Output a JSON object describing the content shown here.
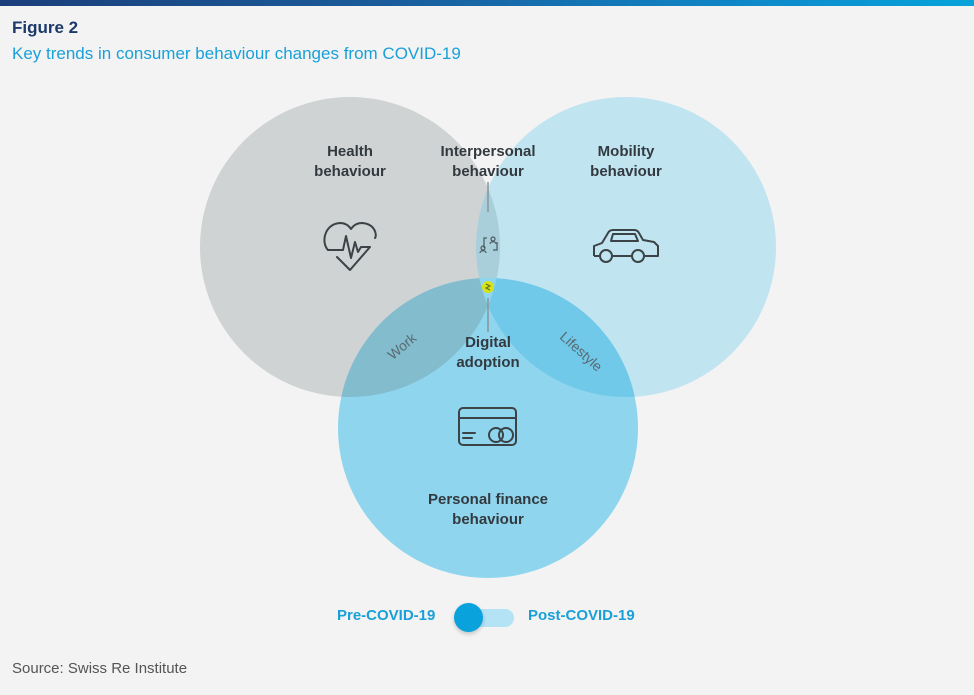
{
  "header": {
    "figure_label": "Figure 2",
    "title": "Key trends in consumer behaviour changes from COVID-19"
  },
  "diagram": {
    "circles": [
      {
        "id": "health",
        "label_line1": "Health",
        "label_line2": "behaviour",
        "icon": "heart-pulse-icon",
        "color": "#c9cdcd"
      },
      {
        "id": "mobility",
        "label_line1": "Mobility",
        "label_line2": "behaviour",
        "icon": "car-icon",
        "color": "#bde3f1"
      },
      {
        "id": "finance",
        "label_line1": "Personal finance",
        "label_line2": "behaviour",
        "icon": "credit-card-icon",
        "color": "#7fcfea"
      }
    ],
    "overlaps": {
      "interpersonal_line1": "Interpersonal",
      "interpersonal_line2": "behaviour",
      "interpersonal_icon": "people-exchange-icon",
      "work": "Work",
      "lifestyle": "Lifestyle",
      "digital_line1": "Digital",
      "digital_line2": "adoption",
      "center_marker_icon": "virus-icon",
      "center_marker_color": "#d6e31a"
    }
  },
  "toggle": {
    "left_label": "Pre-COVID-19",
    "right_label": "Post-COVID-19",
    "state": "Pre-COVID-19"
  },
  "source": "Source: Swiss Re Institute"
}
